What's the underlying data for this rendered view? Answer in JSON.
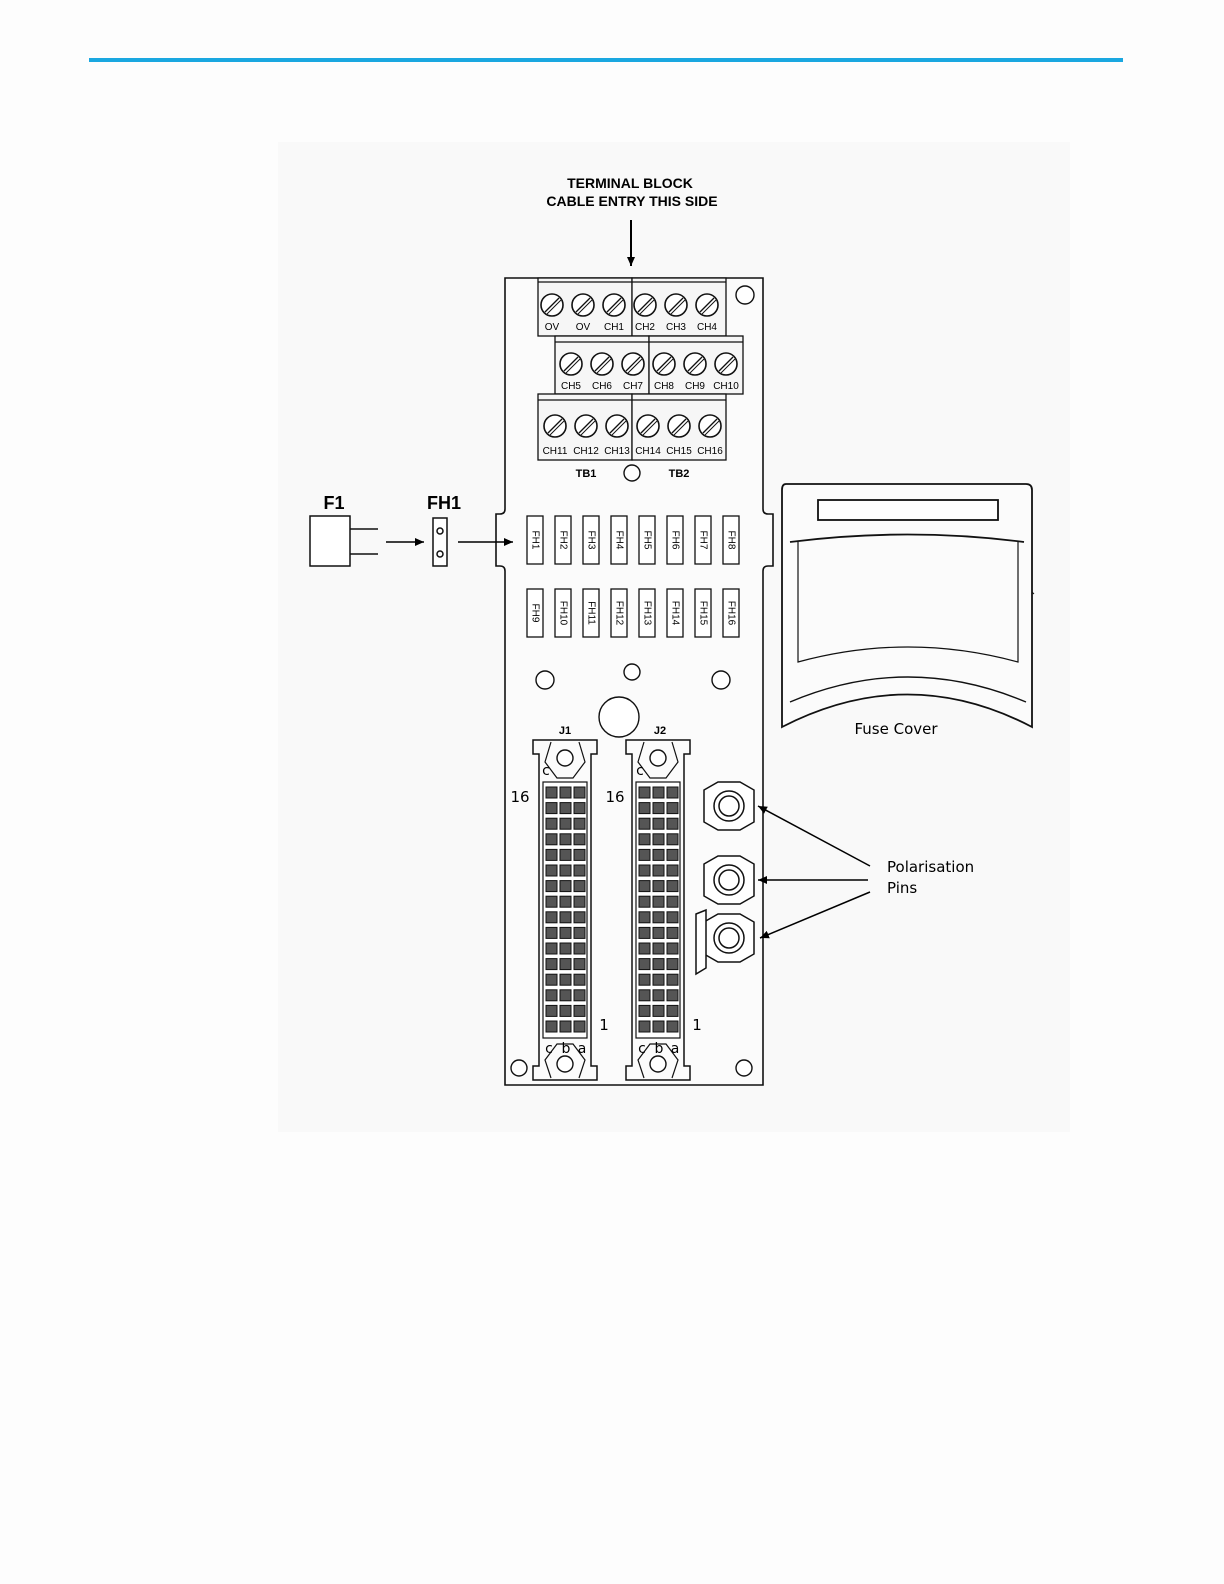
{
  "header": {
    "rule_color": "#1aa7e0"
  },
  "figure": {
    "terminal_block_line1": "TERMINAL BLOCK",
    "terminal_block_line2": "CABLE ENTRY THIS SIDE",
    "terminals_row1": [
      "OV",
      "OV",
      "CH1",
      "CH2",
      "CH3",
      "CH4"
    ],
    "terminals_row2": [
      "CH5",
      "CH6",
      "CH7",
      "CH8",
      "CH9",
      "CH10"
    ],
    "terminals_row3": [
      "CH11",
      "CH12",
      "CH13",
      "CH14",
      "CH15",
      "CH16"
    ],
    "tb1": "TB1",
    "tb2": "TB2",
    "f1": "F1",
    "fh1": "FH1",
    "fuse_holders_row1": [
      "FH1",
      "FH2",
      "FH3",
      "FH4",
      "FH5",
      "FH6",
      "FH7",
      "FH8"
    ],
    "fuse_holders_row2": [
      "FH9",
      "FH10",
      "FH11",
      "FH12",
      "FH13",
      "FH14",
      "FH15",
      "FH16"
    ],
    "j1": "J1",
    "j2": "J2",
    "pin_top": "16",
    "pin_bottom": "1",
    "col_c": "c",
    "col_b": "b",
    "col_a": "a",
    "fuse_cover": "Fuse Cover",
    "polarisation_line1": "Polarisation",
    "polarisation_line2": "Pins"
  }
}
